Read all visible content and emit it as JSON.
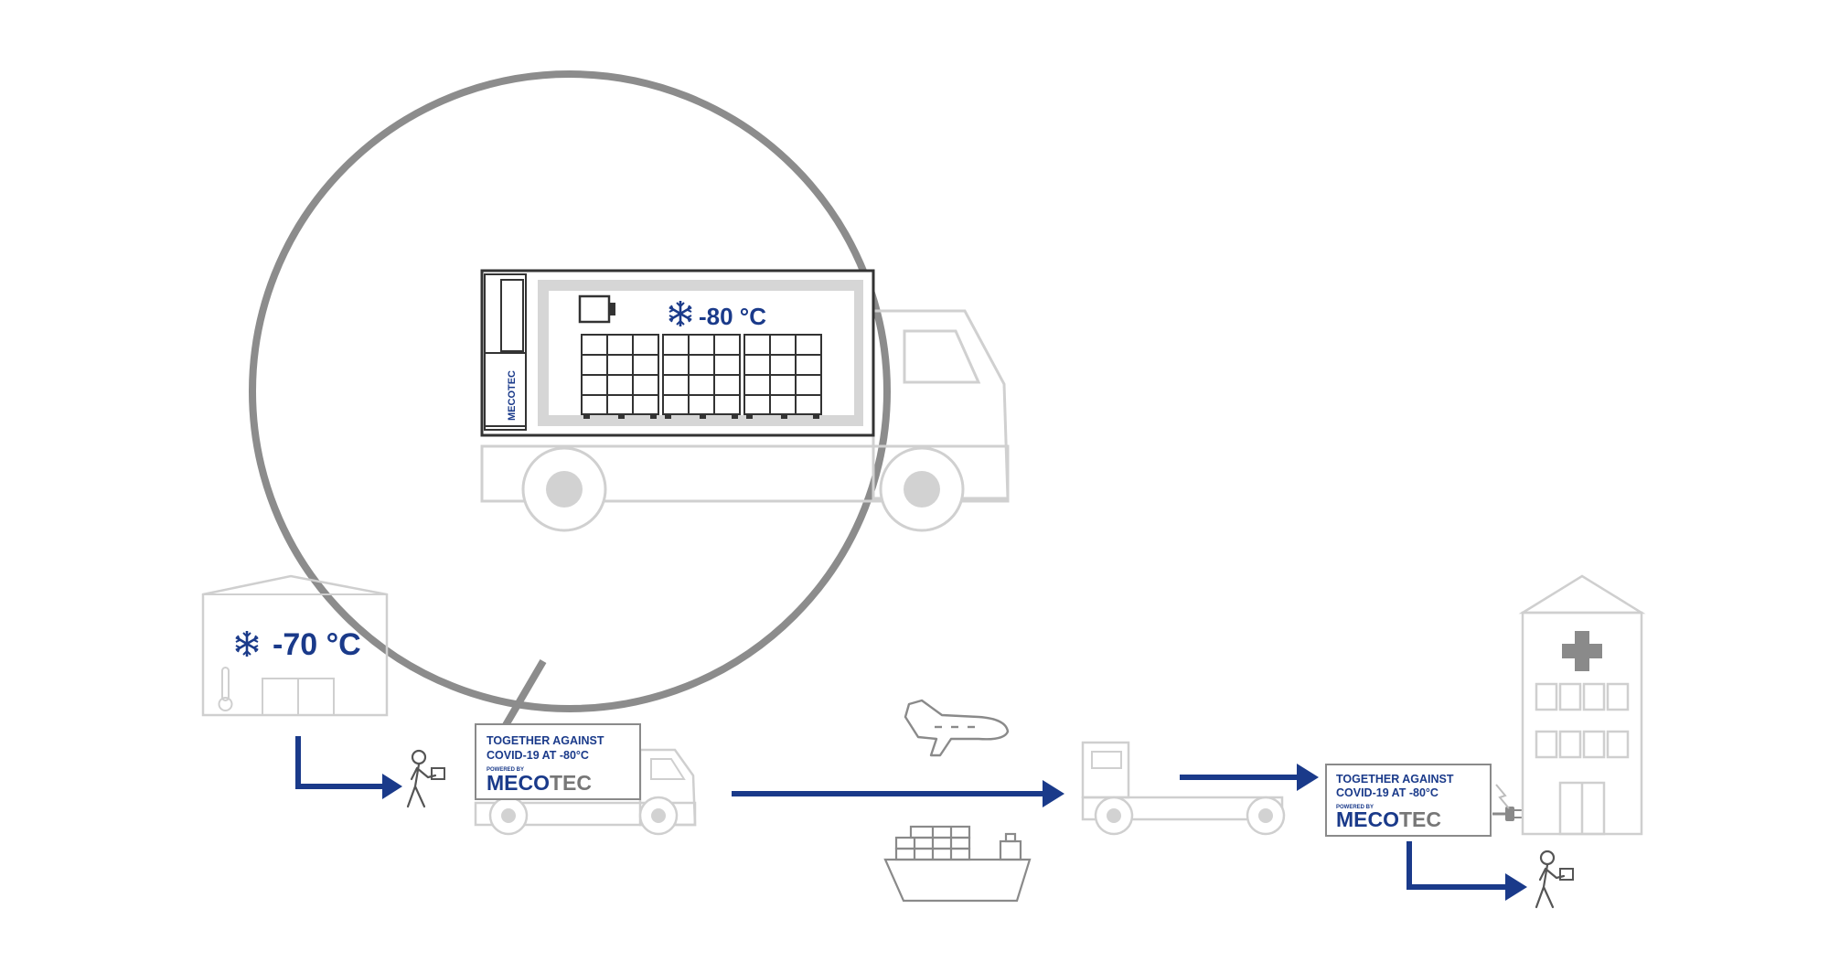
{
  "colors": {
    "accent_blue": "#1a3a8a",
    "line_grey": "#cfcfcf",
    "dark_grey": "#8a8a8a",
    "outline_dark": "#333333",
    "fill_light": "#d4d4d4"
  },
  "zoom_truck": {
    "temperature": "-80 °C",
    "unit_brand": "MECOTEC"
  },
  "warehouse": {
    "temperature": "-70 °C"
  },
  "truck_panel_1": {
    "line1": "TOGETHER AGAINST",
    "line2": "COVID-19 AT -80°C",
    "powered_by": "POWERED BY",
    "brand_left": "MECO",
    "brand_right": "TEC"
  },
  "panel_2": {
    "line1": "TOGETHER AGAINST",
    "line2": "COVID-19 AT -80°C",
    "powered_by": "POWERED BY",
    "brand_left": "MECO",
    "brand_right": "TEC"
  },
  "icons": [
    "snowflake-icon",
    "thermometer-icon",
    "person-carrying-box-icon",
    "airplane-icon",
    "ship-icon",
    "hospital-cross-icon",
    "power-plug-icon",
    "lightning-icon"
  ]
}
